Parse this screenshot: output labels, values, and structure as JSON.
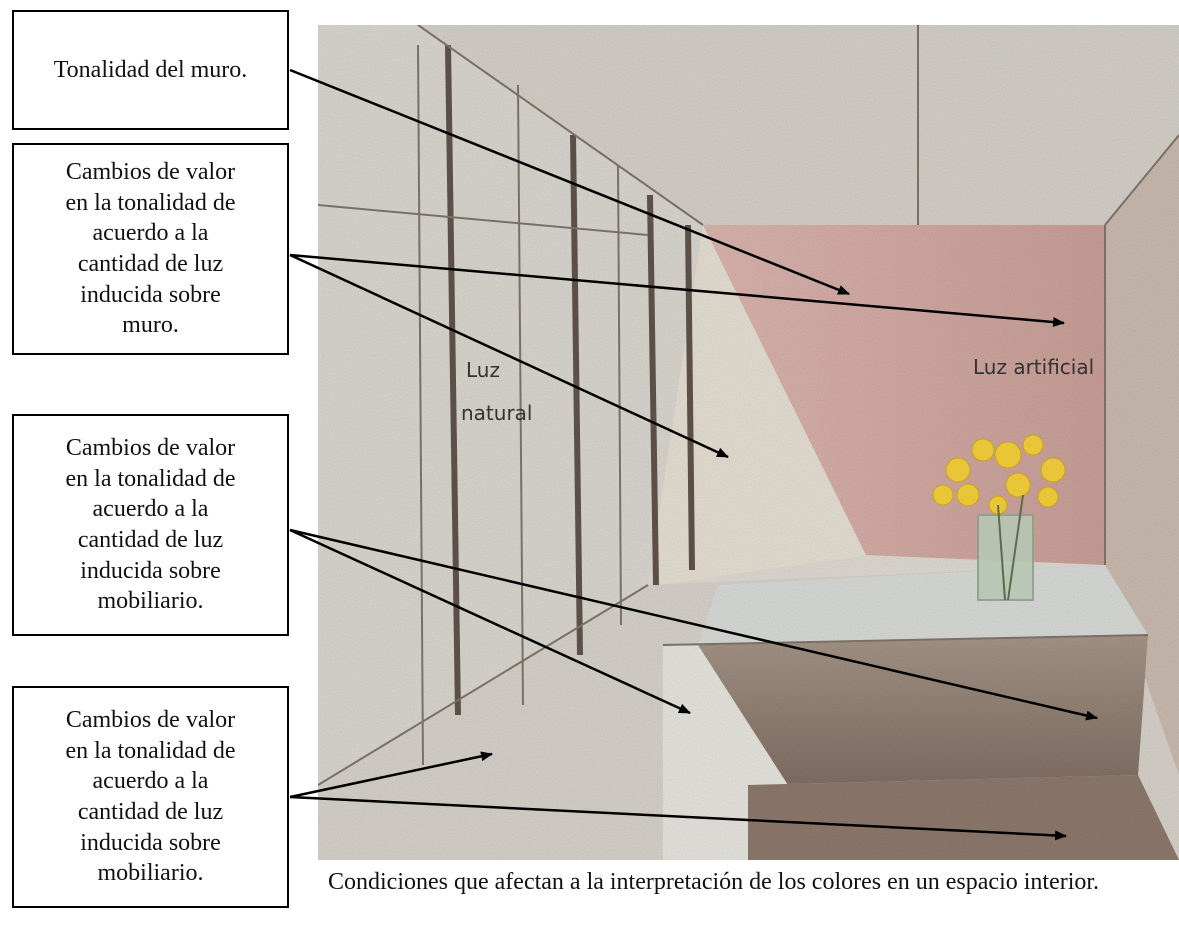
{
  "callouts": {
    "wall_tone": "Tonalidad del muro.",
    "wall_values": "Cambios de valor\nen la tonalidad de\nacuerdo a la\ncantidad de luz\ninducida sobre\nmuro.",
    "furniture_values_1": "Cambios de valor\nen la tonalidad de\nacuerdo a la\ncantidad de luz\ninducida sobre\nmobiliario.",
    "furniture_values_2": "Cambios de valor\nen la tonalidad de\nacuerdo a la\ncantidad de luz\ninducida sobre\nmobiliario."
  },
  "scene_labels": {
    "natural_light_line1": "Luz",
    "natural_light_line2": "natural",
    "artificial_light": "Luz artificial"
  },
  "caption": "Condiciones que afectan a la interpretación de los colores en un espacio interior.",
  "colors": {
    "paper": "#dcd8d0",
    "pink_wall": "#cfa8a2",
    "dark_floor": "#8f7e72",
    "flowers": "#e8c637"
  }
}
